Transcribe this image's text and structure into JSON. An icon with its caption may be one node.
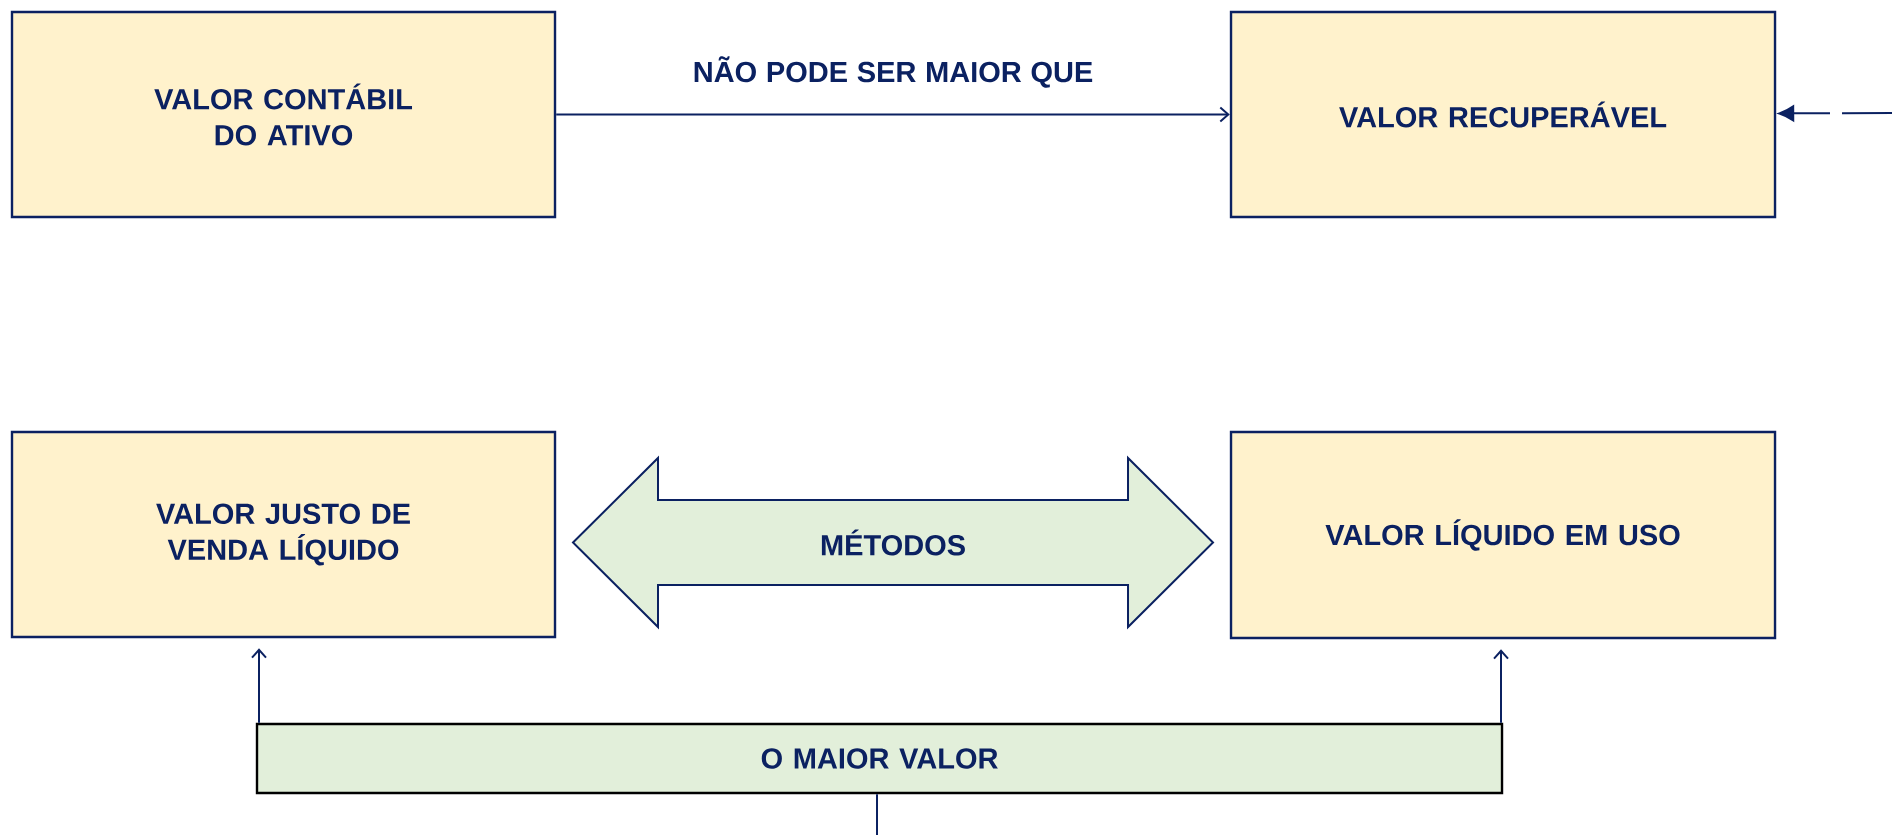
{
  "diagram": {
    "nodes": [
      {
        "text": [
          "VALOR CONTÁBIL DO ATIVO"
        ]
      },
      {
        "text": [
          "VALOR RECUPERÁVEL"
        ]
      },
      {
        "text": [
          "VALOR JUSTO DE VENDA LÍQUIDO"
        ]
      },
      {
        "text": [
          "VALOR LÍQUIDO EM USO"
        ]
      },
      {
        "text": [
          "MÉTODOS"
        ]
      },
      {
        "text": [
          "O MAIOR VALOR"
        ]
      }
    ],
    "edges": [
      {
        "from": 0,
        "to": 1,
        "arrow": "to",
        "label": "NÃO PODE SER MAIOR QUE"
      },
      {
        "from": null,
        "to": 1,
        "arrow": "to",
        "style": "dashed"
      },
      {
        "from": 5,
        "to": 2,
        "arrow": "to"
      },
      {
        "from": 5,
        "to": 3,
        "arrow": "to"
      },
      {
        "from": 5,
        "to": null,
        "arrow": "none"
      }
    ]
  }
}
